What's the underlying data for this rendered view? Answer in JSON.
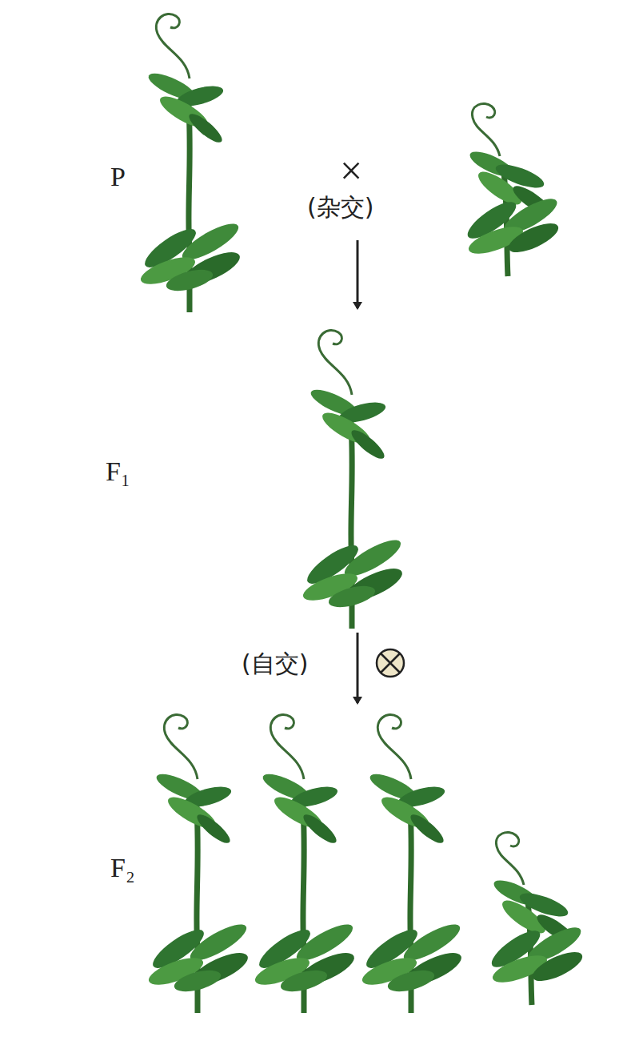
{
  "diagram": {
    "labels": [
      "P",
      "×",
      "(杂交)",
      "F₁",
      "(自交)",
      "F₂"
    ]
  }
}
